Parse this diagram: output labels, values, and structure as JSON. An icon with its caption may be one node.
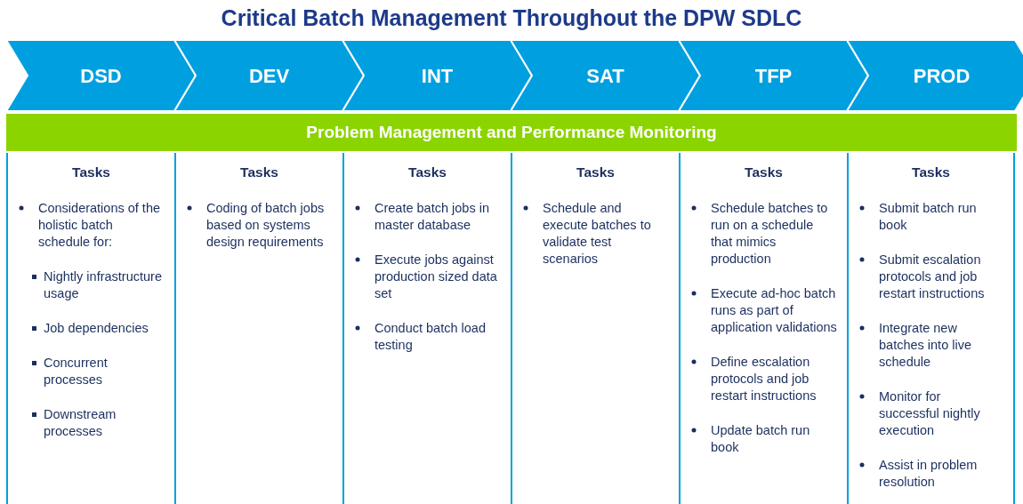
{
  "diagram": {
    "title": "Critical Batch Management Throughout the DPW SDLC",
    "nodes": [
      {
        "text": [
          "DSD"
        ]
      },
      {
        "text": [
          "DEV"
        ]
      },
      {
        "text": [
          "INT"
        ]
      },
      {
        "text": [
          "SAT"
        ]
      },
      {
        "text": [
          "TFP"
        ]
      },
      {
        "text": [
          "PROD"
        ]
      },
      {
        "text": [
          "Problem Management and Performance Monitoring"
        ]
      },
      {
        "text": [
          "Tasks",
          "Considerations of the holistic batch schedule for:",
          "Nightly infrastructure usage",
          "Job dependencies",
          "Concurrent processes",
          "Downstream processes"
        ]
      },
      {
        "text": [
          "Tasks",
          "Coding of batch jobs based on systems design requirements"
        ]
      },
      {
        "text": [
          "Tasks",
          "Create batch jobs in master database",
          "Execute jobs against production sized data set",
          "Conduct batch load testing"
        ]
      },
      {
        "text": [
          "Tasks",
          "Schedule and execute batches to validate test scenarios"
        ]
      },
      {
        "text": [
          "Tasks",
          "Schedule batches to run on a schedule that mimics production",
          "Execute ad-hoc batch runs as part of application validations",
          "Define escalation protocols and job restart instructions",
          "Update batch run book"
        ]
      },
      {
        "text": [
          "Tasks",
          "Submit batch run book",
          "Submit escalation protocols and job restart instructions",
          "Integrate new batches into live schedule",
          "Monitor for successful nightly execution",
          "Assist in problem resolution"
        ]
      }
    ]
  }
}
